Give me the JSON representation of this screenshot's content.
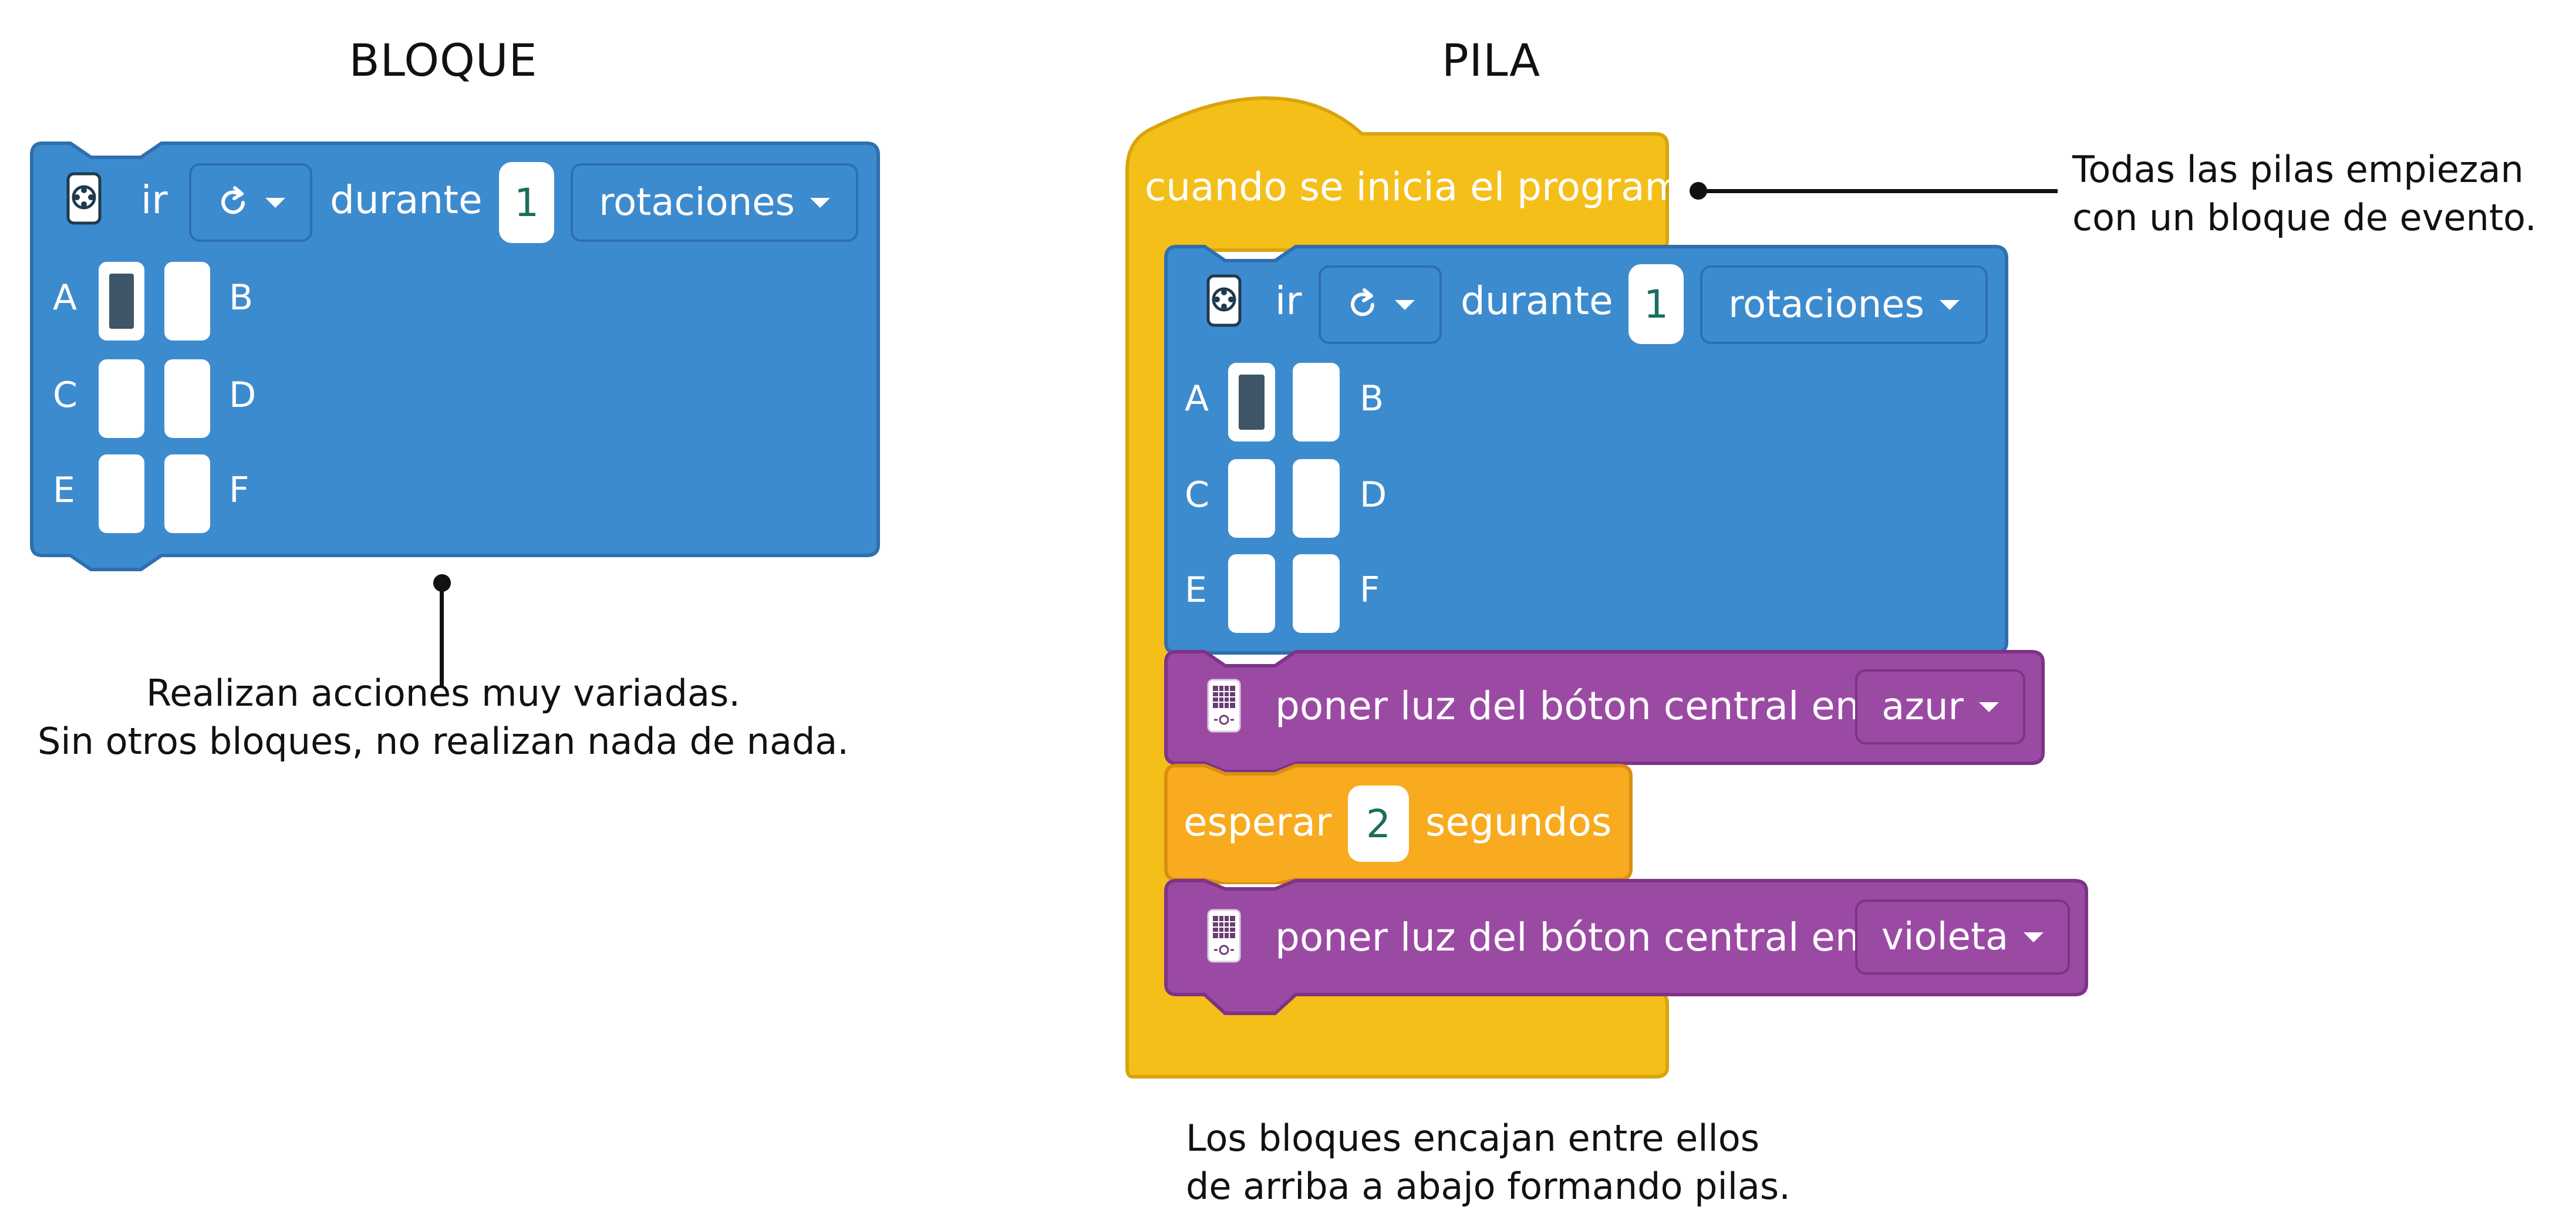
{
  "headings": {
    "bloque": "BLOQUE",
    "pila": "PILA"
  },
  "notes": {
    "bloque_line1": "Realizan acciones muy variadas.",
    "bloque_line2": "Sin otros bloques, no realizan nada de nada.",
    "event_line1": "Todas las pilas empiezan",
    "event_line2": "con un bloque de evento.",
    "stack_line1": "Los bloques encajan entre ellos",
    "stack_line2": "de arriba a abajo formando pilas."
  },
  "move_block": {
    "icon": "motor-icon",
    "go": "ir",
    "direction_icon": "rotate-clockwise-icon",
    "during": "durante",
    "amount": "1",
    "unit": "rotaciones",
    "ports": [
      "A",
      "B",
      "C",
      "D",
      "E",
      "F"
    ]
  },
  "stack": {
    "event": "cuando se inicia el programa",
    "light1": {
      "icon": "hub-icon",
      "text": "poner luz del bóton central en",
      "color": "azur"
    },
    "wait": {
      "text_before": "esperar",
      "value": "2",
      "text_after": "segundos"
    },
    "light2": {
      "icon": "hub-icon",
      "text": "poner luz del bóton central en",
      "color": "violeta"
    }
  },
  "colors": {
    "motion_blue": "#3d8bcf",
    "motion_blue_border": "#2f6fad",
    "event_yellow": "#f5bf1a",
    "event_yellow_border": "#d9a40c",
    "light_purple": "#9b4aa3",
    "light_purple_border": "#7d3486",
    "control_orange": "#f8ab1f",
    "control_orange_border": "#d98e12"
  }
}
